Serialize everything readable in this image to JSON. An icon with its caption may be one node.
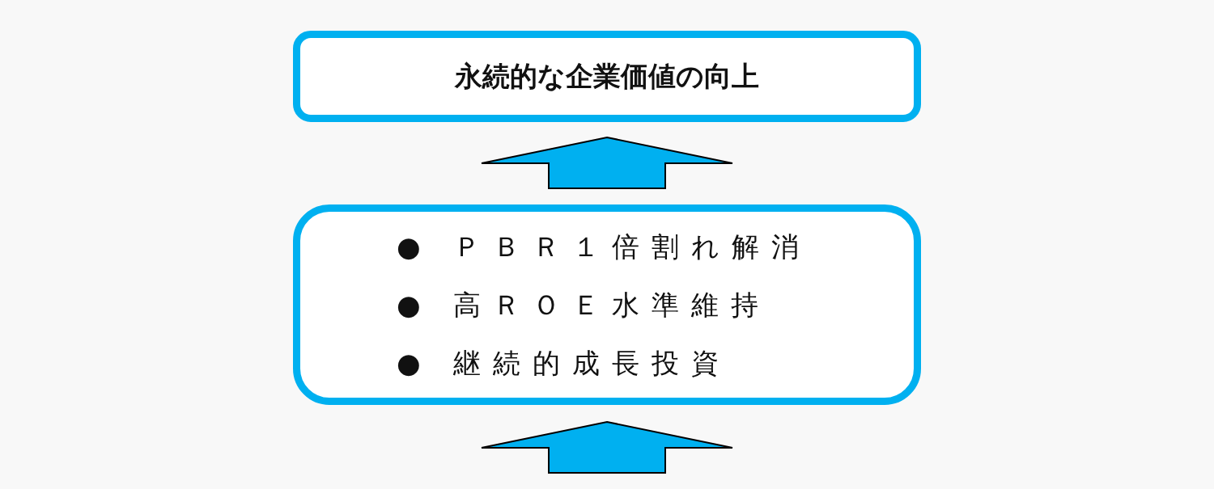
{
  "diagram": {
    "nodes": [
      {
        "text": [
          "永続的な企業価値の向上"
        ]
      },
      {
        "text": [
          "● ＰＢＲ１倍割れ解消",
          "● 高ＲＯＥ水準維持",
          "● 継続的成長投資"
        ]
      }
    ],
    "edges": [
      {
        "from": 1,
        "to": 0,
        "arrow": "to"
      },
      {
        "from": null,
        "to": 1,
        "arrow": "to"
      }
    ]
  }
}
